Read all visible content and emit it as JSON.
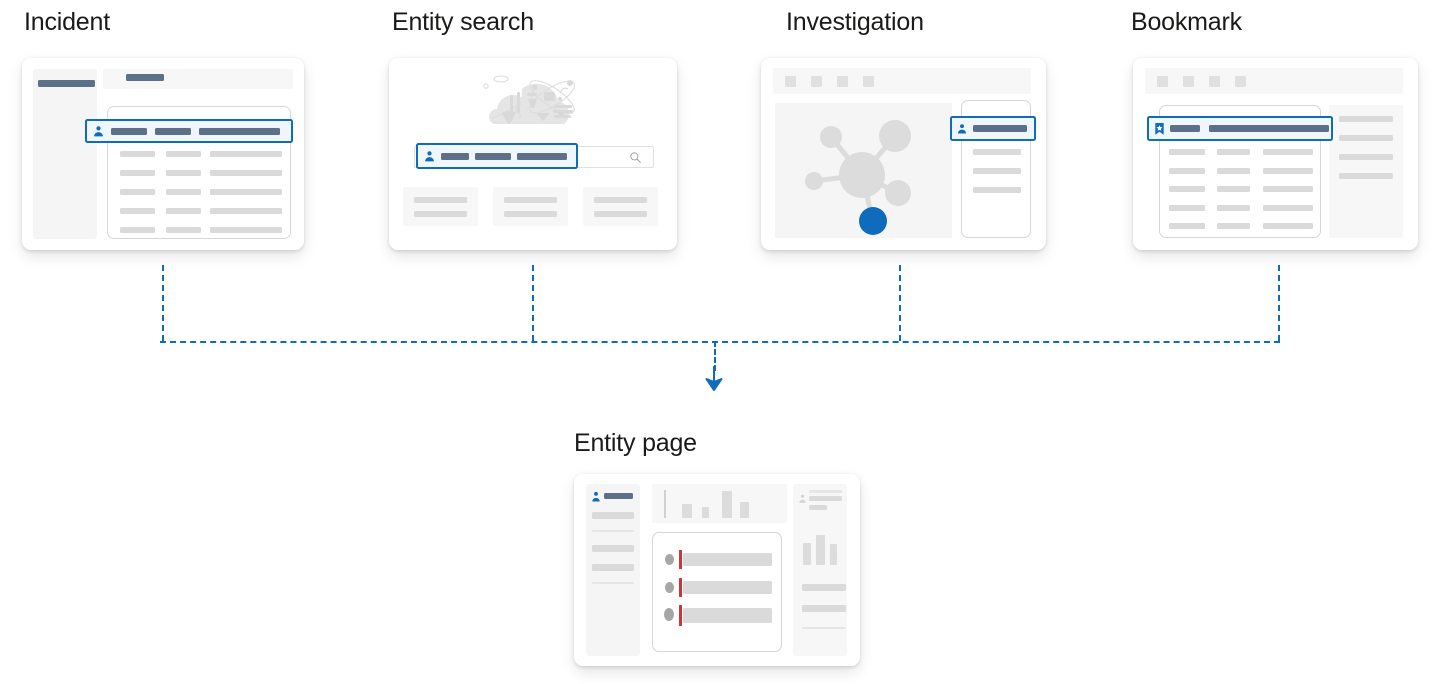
{
  "diagram": {
    "title": "Entity page entry points",
    "accent_color": "#0f6cbd",
    "highlight_fill": "#eff6fc",
    "placeholder_gray": "#dadada",
    "placeholder_dark": "#5c7089",
    "severity_color": "#d13438",
    "flow_description": "Incident, Entity search, Investigation and Bookmark all lead to the Entity page"
  },
  "sources": [
    {
      "id": "incident",
      "label": "Incident"
    },
    {
      "id": "entity-search",
      "label": "Entity search"
    },
    {
      "id": "investigation",
      "label": "Investigation"
    },
    {
      "id": "bookmark",
      "label": "Bookmark"
    }
  ],
  "destination": {
    "id": "entity-page",
    "label": "Entity page"
  },
  "icons": {
    "person": "person-icon",
    "bookmark": "bookmark-icon",
    "search": "search-icon",
    "arrow_down": "arrow-down-icon"
  },
  "connector": {
    "style": "dashed",
    "color": "#0f6cbd",
    "arrow_direction": "down"
  }
}
